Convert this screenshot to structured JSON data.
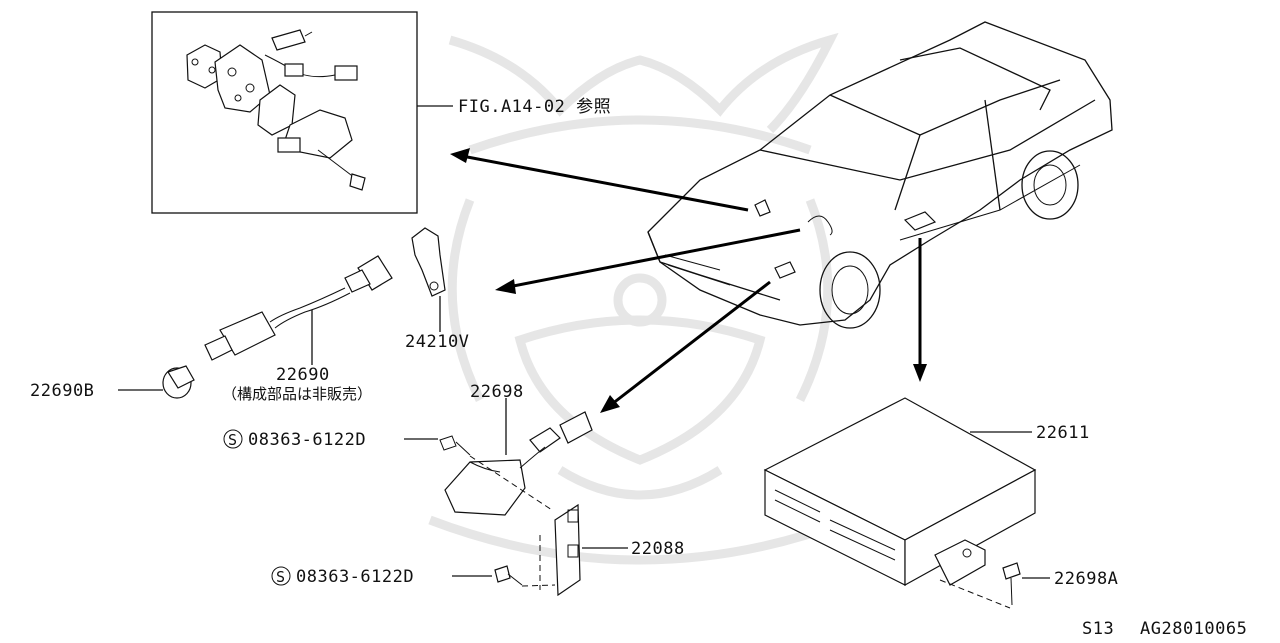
{
  "diagram": {
    "figure_ref": "FIG.A14-02 参照",
    "parts": {
      "p22690": "22690",
      "p22690_note": "（構成部品は非販売）",
      "p22690b": "22690B",
      "p24210v": "24210V",
      "p22698": "22698",
      "screw_top": "08363-6122D",
      "screw_bottom": "08363-6122D",
      "s_mark": "S",
      "p22088": "22088",
      "p22611": "22611",
      "p22698a": "22698A"
    },
    "footer": {
      "model": "S13",
      "code": "AG28010065"
    }
  }
}
